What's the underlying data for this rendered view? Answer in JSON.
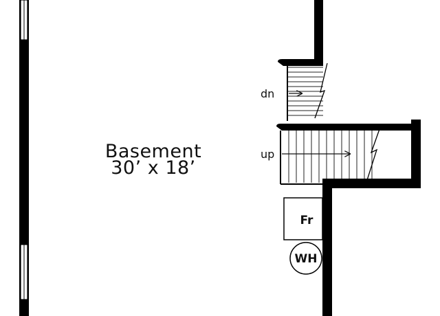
{
  "plan": {
    "room": {
      "name": "Basement",
      "dimensions": "30’ x 18’"
    },
    "stairs": [
      {
        "direction_label": "dn"
      },
      {
        "direction_label": "up"
      }
    ],
    "fixtures": [
      {
        "label": "Fr",
        "symbol": "furnace"
      },
      {
        "label": "WH",
        "symbol": "water-heater"
      }
    ],
    "colors": {
      "wall": "#000000",
      "line": "#111111",
      "background": "#ffffff"
    }
  }
}
